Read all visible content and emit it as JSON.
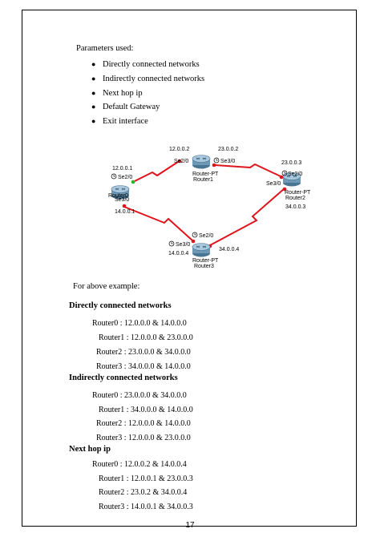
{
  "intro": "Parameters used:",
  "parameters": [
    "Directly connected networks",
    "Indirectly connected networks",
    "Next hop ip",
    "Default Gateway",
    "Exit interface"
  ],
  "diagram": {
    "router0": {
      "ip_top": "12.0.0.1",
      "port_top": "Se2/0",
      "port_bottom": "Se3/0",
      "ip_bottom": "14.0.0.1",
      "label": "Router0"
    },
    "router1": {
      "ip_left": "12.0.0.2",
      "ip_right": "23.0.0.2",
      "port_left": "Se2/0",
      "port_right": "Se3/0",
      "model": "Router-PT",
      "label": "Router1"
    },
    "router2": {
      "ip_top": "23.0.0.3",
      "port_left": "Se3/0",
      "port_top": "Se2/0",
      "model": "Router-PT",
      "label": "Router2",
      "ip_bottom": "34.0.0.3"
    },
    "router3": {
      "port_top": "Se2/0",
      "port_left": "Se3/0",
      "ip_left": "14.0.0.4",
      "ip_right": "34.0.0.4",
      "model": "Router-PT",
      "label": "Router3"
    }
  },
  "example_caption": "For above example:",
  "sections": [
    {
      "heading": "Directly connected networks",
      "lines": [
        "Router0 : 12.0.0.0 & 14.0.0.0",
        "Router1 : 12.0.0.0 & 23.0.0.0",
        "Router2 : 23.0.0.0 & 34.0.0.0",
        "Router3 : 34.0.0.0 & 14.0.0.0"
      ]
    },
    {
      "heading": "Indirectly connected networks",
      "lines": [
        "Router0 : 23.0.0.0 & 34.0.0.0",
        "Router1 : 34.0.0.0 & 14.0.0.0",
        "Router2 : 12.0.0.0 & 14.0.0.0",
        "Router3 : 12.0.0.0 & 23.0.0.0"
      ]
    },
    {
      "heading": "Next hop ip",
      "lines": [
        "Router0 : 12.0.0.2 & 14.0.0.4",
        "Router1 : 12.0.0.1 & 23.0.0.3",
        "Router2 : 23.0.2 & 34.0.0.4",
        "Router3 : 14.0.0.1 & 34.0.0.3"
      ]
    }
  ],
  "page_number": "17",
  "colors": {
    "link": "#e0141c",
    "router_body": "#8fb4cf",
    "router_dark": "#4a7592",
    "indicator_green": "#22bb22"
  }
}
